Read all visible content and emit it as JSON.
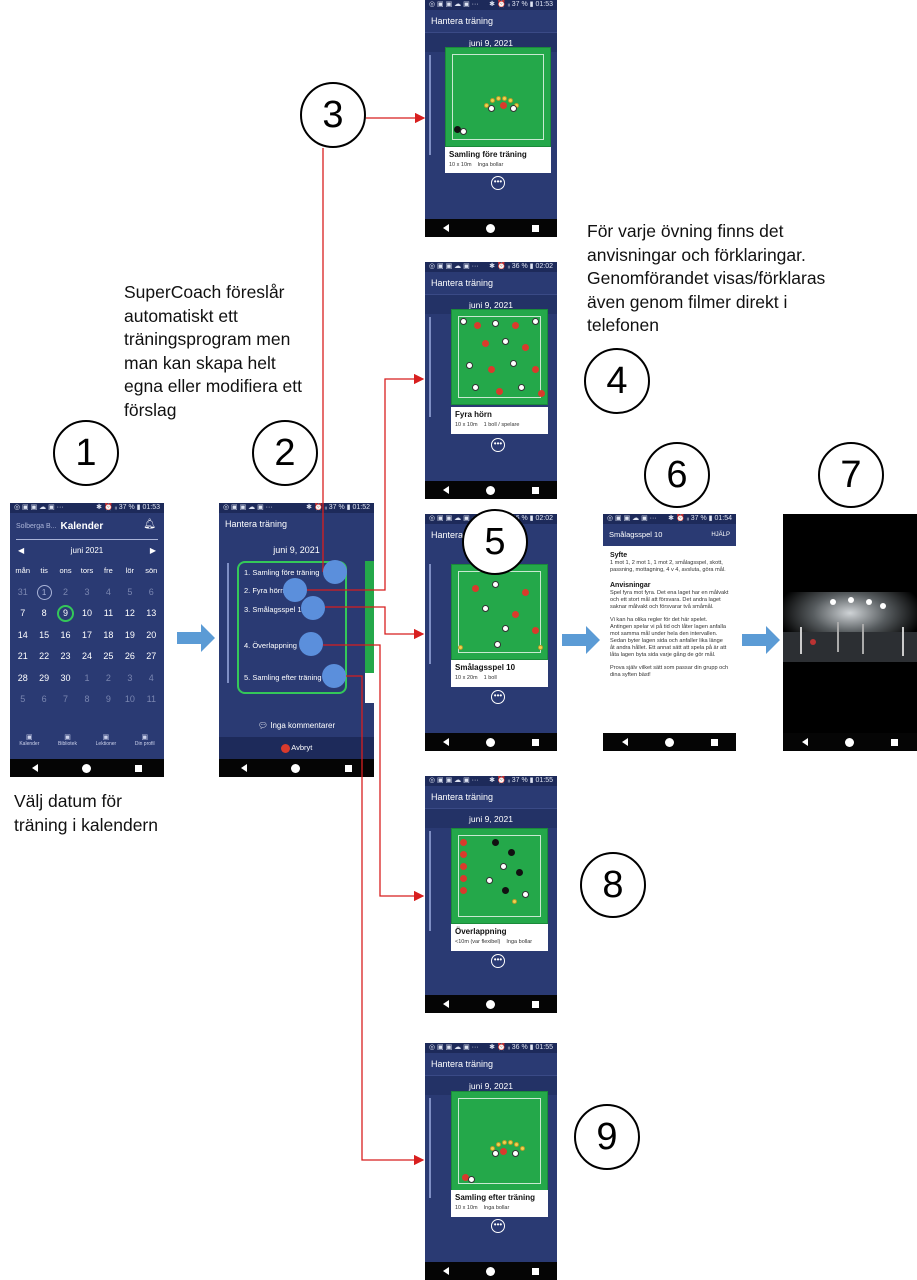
{
  "markers": {
    "m1": "1",
    "m2": "2",
    "m3": "3",
    "m4": "4",
    "m5": "5",
    "m6": "6",
    "m7": "7",
    "m8": "8",
    "m9": "9"
  },
  "captions": {
    "supercoach": "SuperCoach föreslår\nautomatiskt ett\nträningsprogram men\nman kan skapa helt\negna eller modifiera ett\nförslag",
    "anvisningar": "För varje övning finns det\nanvisningar och förklaringar.\nGenomförandet visas/förklaras\näven genom filmer direkt i\ntelefonen",
    "kalender": "Välj datum för\nträning i kalendern"
  },
  "colors": {
    "app_bg": "#2a3a73",
    "field": "#24a84a",
    "arrow": "#d81f1f",
    "flow_arrow": "#5b9bd5",
    "highlight": "#34c759"
  },
  "phone1": {
    "status_left": "◎ ▣ ▣ ☁ ▣ ···",
    "status_right": "✱ ⏰ ᵢᵢ 37 % ▮ 01:53",
    "club": "Solberga B...",
    "title": "Kalender",
    "month": "juni 2021",
    "weekdays": [
      "mån",
      "tis",
      "ons",
      "tors",
      "fre",
      "lör",
      "sön"
    ],
    "days": [
      [
        "31",
        "1",
        "2",
        "3",
        "4",
        "5",
        "6"
      ],
      [
        "7",
        "8",
        "9",
        "10",
        "11",
        "12",
        "13"
      ],
      [
        "14",
        "15",
        "16",
        "17",
        "18",
        "19",
        "20"
      ],
      [
        "21",
        "22",
        "23",
        "24",
        "25",
        "26",
        "27"
      ],
      [
        "28",
        "29",
        "30",
        "1",
        "2",
        "3",
        "4"
      ],
      [
        "5",
        "6",
        "7",
        "8",
        "9",
        "10",
        "11"
      ]
    ],
    "tabs": [
      "Kalender",
      "Bibliotek",
      "Lektioner",
      "Din profil"
    ]
  },
  "phone2": {
    "status_right": "✱ ⏰ ᵢᵢ 37 % ▮ 01:52",
    "title": "Hantera träning",
    "date": "juni 9, 2021",
    "items": [
      "1. Samling före träning",
      "2. Fyra hörn",
      "3. Smålagsspel 10",
      "4. Överlappning",
      "5. Samling efter träning"
    ],
    "comments": "Inga kommentarer",
    "cancel": "Avbryt"
  },
  "phone3": {
    "status_right": "✱ ⏰ ᵢᵢ 37 % ▮ 01:53",
    "title": "Hantera träning",
    "date": "juni 9, 2021",
    "card_title": "Samling före träning",
    "meta1": "10 x 10m",
    "meta2": "Inga bollar"
  },
  "phone4": {
    "status_right": "✱ ⏰ ᵢᵢ 36 % ▮ 02:02",
    "title": "Hantera träning",
    "date": "juni 9, 2021",
    "card_title": "Fyra hörn",
    "meta1": "10 x 10m",
    "meta2": "1 boll / spelare"
  },
  "phone5": {
    "status_right": "✱ ⏰ ᵢᵢ 36 % ▮ 02:02",
    "title": "Hantera träning",
    "card_title": "Smålagsspel 10",
    "meta1": "10 x 20m",
    "meta2": "1 boll"
  },
  "phone6": {
    "status_right": "✱ ⏰ ᵢᵢ 37 % ▮ 01:54",
    "title": "Smålagsspel 10",
    "help": "HJÄLP",
    "syfte_h": "Syfte",
    "syfte": "1 mot 1, 2 mot 1, 1 mot 2, smålagsspel, skott, passning, mottagning, 4 v 4, avsluta, göra mål.",
    "anv_h": "Anvisningar",
    "anv1": "Spel fyra mot fyra. Det ena laget har en målvakt och ett stort mål att försvara. Det andra laget saknar målvakt och försvarar två småmål.",
    "anv2": "Vi kan ha olika regler för det här spelet. Antingen spelar vi på tid och låter lagen anfalla mot samma mål under hela den intervallen. Sedan byter lagen sida och anfaller lika länge åt andra hållet. Ett annat sätt att spela på är att låta lagen byta sida varje gång de gör mål.",
    "anv3": "Prova själv vilket sätt som passar din grupp och dina syften bäst!"
  },
  "phone8": {
    "status_right": "✱ ⏰ ᵢᵢ 37 % ▮ 01:55",
    "title": "Hantera träning",
    "date": "juni 9, 2021",
    "card_title": "Överlappning",
    "meta1": "<10m (var flexibel)",
    "meta2": "Inga bollar"
  },
  "phone9": {
    "status_right": "✱ ⏰ ᵢᵢ 36 % ▮ 01:55",
    "title": "Hantera träning",
    "date": "juni 9, 2021",
    "card_title": "Samling efter träning",
    "meta1": "10 x 10m",
    "meta2": "Inga bollar"
  }
}
